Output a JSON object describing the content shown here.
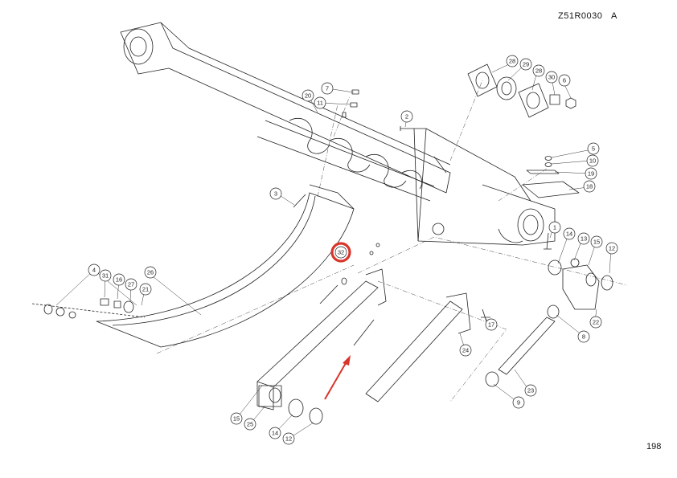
{
  "header": {
    "document_code": "Z51R0030",
    "revision": "A"
  },
  "footer": {
    "page_number": "198"
  },
  "colors": {
    "line": "#222222",
    "highlight_circle": "#d9352b",
    "arrow": "#d9352b",
    "callout_fill": "#ffffff"
  },
  "highlighted_callout": "32",
  "callouts": [
    {
      "label": "28"
    },
    {
      "label": "29"
    },
    {
      "label": "28"
    },
    {
      "label": "30"
    },
    {
      "label": "6"
    },
    {
      "label": "7"
    },
    {
      "label": "11"
    },
    {
      "label": "20"
    },
    {
      "label": "2"
    },
    {
      "label": "5"
    },
    {
      "label": "10"
    },
    {
      "label": "19"
    },
    {
      "label": "18"
    },
    {
      "label": "3"
    },
    {
      "label": "1"
    },
    {
      "label": "14"
    },
    {
      "label": "13"
    },
    {
      "label": "15"
    },
    {
      "label": "12"
    },
    {
      "label": "32"
    },
    {
      "label": "4"
    },
    {
      "label": "26"
    },
    {
      "label": "31"
    },
    {
      "label": "16"
    },
    {
      "label": "27"
    },
    {
      "label": "21"
    },
    {
      "label": "22"
    },
    {
      "label": "17"
    },
    {
      "label": "8"
    },
    {
      "label": "24"
    },
    {
      "label": "23"
    },
    {
      "label": "9"
    },
    {
      "label": "15"
    },
    {
      "label": "25"
    },
    {
      "label": "14"
    },
    {
      "label": "12"
    }
  ]
}
